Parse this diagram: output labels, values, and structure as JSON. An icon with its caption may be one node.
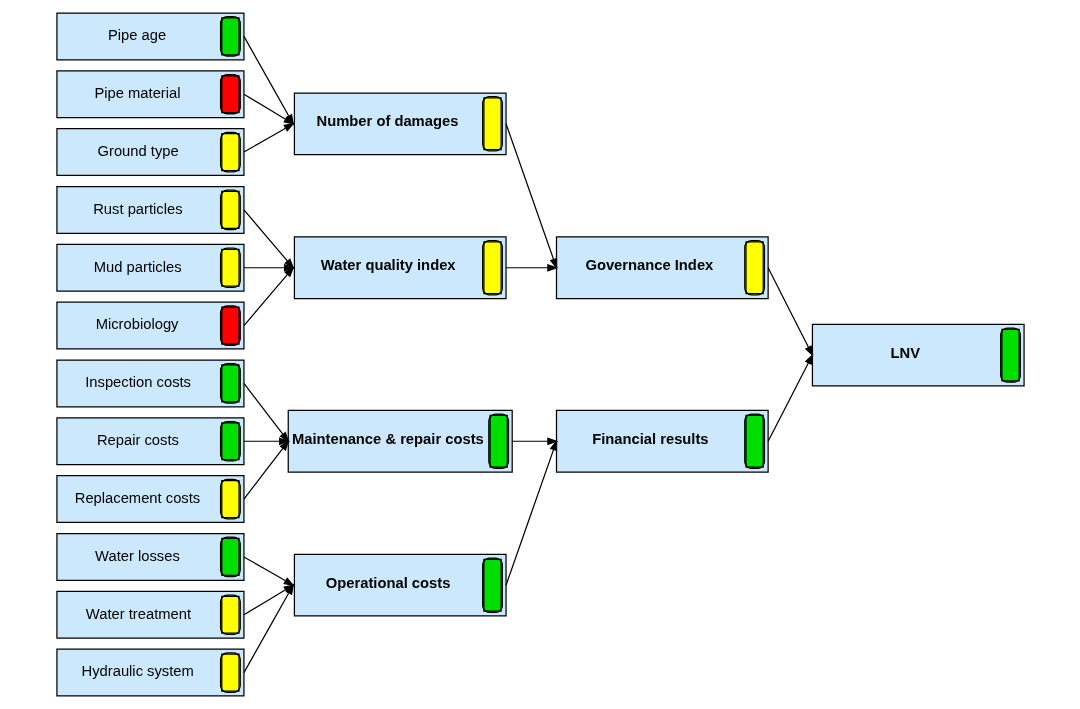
{
  "diagram": {
    "nodes": [
      {
        "text": [
          "Pipe age"
        ]
      },
      {
        "text": [
          "Pipe material"
        ]
      },
      {
        "text": [
          "Ground type"
        ]
      },
      {
        "text": [
          "Rust particles"
        ]
      },
      {
        "text": [
          "Mud particles"
        ]
      },
      {
        "text": [
          "Microbiology"
        ]
      },
      {
        "text": [
          "Water losses"
        ]
      },
      {
        "text": [
          "Water treatment"
        ]
      },
      {
        "text": [
          "Hydraulic system"
        ]
      },
      {
        "text": [
          "Inspection costs"
        ]
      },
      {
        "text": [
          "Repair costs"
        ]
      },
      {
        "text": [
          "Replacement costs"
        ]
      },
      {
        "text": [
          "Number of damages"
        ]
      },
      {
        "text": [
          "Water quality index"
        ]
      },
      {
        "text": [
          "Operational costs"
        ]
      },
      {
        "text": [
          "Maintenance & repair costs"
        ]
      },
      {
        "text": [
          "Governance Index"
        ]
      },
      {
        "text": [
          "Financial results"
        ]
      },
      {
        "text": [
          "LNV"
        ]
      }
    ],
    "edges": [
      {
        "from": 0,
        "to": 12,
        "arrow": "to"
      },
      {
        "from": 1,
        "to": 12,
        "arrow": "to"
      },
      {
        "from": 2,
        "to": 12,
        "arrow": "to"
      },
      {
        "from": 3,
        "to": 13,
        "arrow": "to"
      },
      {
        "from": 4,
        "to": 13,
        "arrow": "to"
      },
      {
        "from": 5,
        "to": 13,
        "arrow": "to"
      },
      {
        "from": 6,
        "to": 14,
        "arrow": "to"
      },
      {
        "from": 7,
        "to": 14,
        "arrow": "to"
      },
      {
        "from": 8,
        "to": 14,
        "arrow": "to"
      },
      {
        "from": 9,
        "to": 15,
        "arrow": "to"
      },
      {
        "from": 10,
        "to": 15,
        "arrow": "to"
      },
      {
        "from": 11,
        "to": 15,
        "arrow": "to"
      },
      {
        "from": 12,
        "to": 16,
        "arrow": "to"
      },
      {
        "from": 13,
        "to": 16,
        "arrow": "to"
      },
      {
        "from": 14,
        "to": 17,
        "arrow": "to"
      },
      {
        "from": 15,
        "to": 17,
        "arrow": "to"
      },
      {
        "from": 16,
        "to": 18,
        "arrow": "to"
      },
      {
        "from": 17,
        "to": 18,
        "arrow": "to"
      }
    ]
  }
}
